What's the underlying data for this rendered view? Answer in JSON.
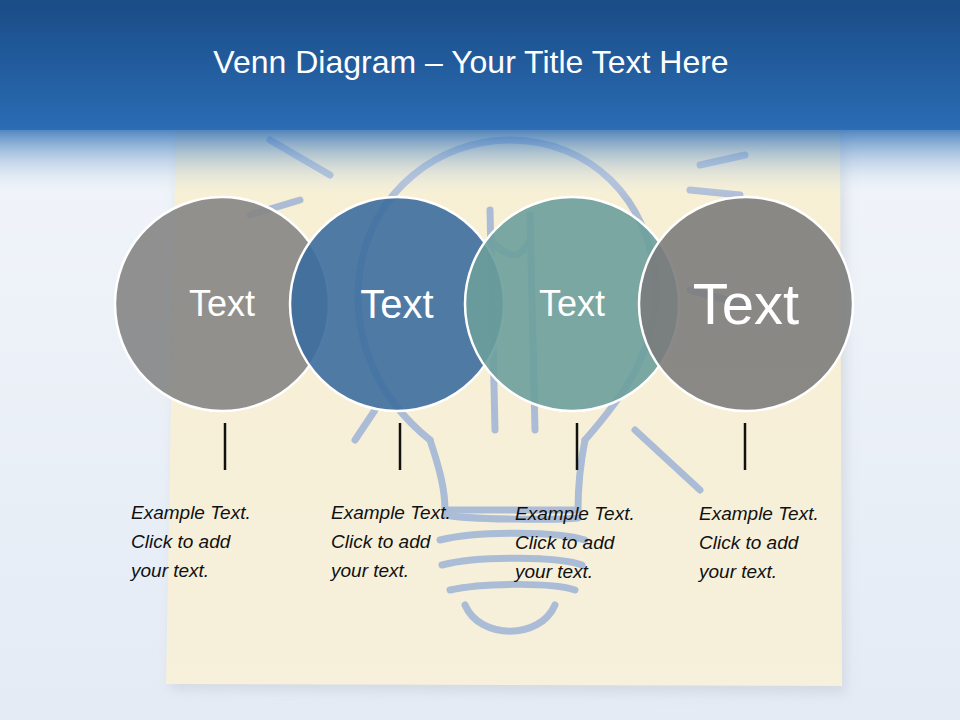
{
  "diagram": {
    "title": "Venn Diagram – Your Title Text Here",
    "nodes": [
      {
        "text": [
          "Text"
        ]
      },
      {
        "text": [
          "Text"
        ]
      },
      {
        "text": [
          "Text"
        ]
      },
      {
        "text": [
          "Text"
        ]
      }
    ],
    "labels": [
      "Example Text. Click to add your text.",
      "Example Text. Click to add your text.",
      "Example Text. Click to add your text.",
      "Example Text. Click to add your text."
    ]
  }
}
